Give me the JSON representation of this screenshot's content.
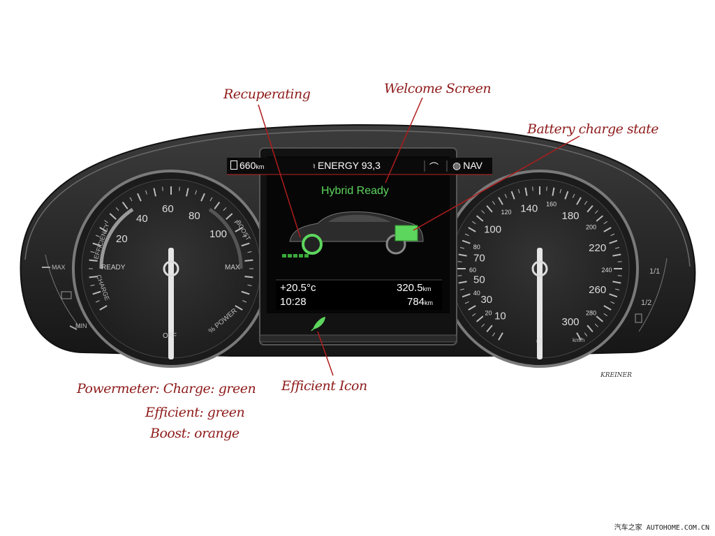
{
  "left_gauge": {
    "ticks": [
      "20",
      "40",
      "60",
      "80",
      "100"
    ],
    "labels": {
      "efficiency": "EFFICIENCY",
      "boost": "BOOST",
      "ready": "READY",
      "max": "MAX",
      "charge": "CHARGE",
      "off": "OFF",
      "power": "% POWER"
    }
  },
  "left_side_scale": {
    "max": "MAX",
    "min": "MIN"
  },
  "speedometer": {
    "major": [
      "10",
      "30",
      "50",
      "70",
      "100",
      "140",
      "180",
      "220",
      "260",
      "300"
    ],
    "minor": [
      "20",
      "40",
      "60",
      "80",
      "120",
      "160",
      "200",
      "240",
      "280"
    ],
    "zero": "0",
    "unit": "km/h"
  },
  "fuel_scale": {
    "full": "1/1",
    "half": "1/2"
  },
  "screen": {
    "range": "660",
    "range_unit": "km",
    "energy": "ENERGY 93,3",
    "nav": "NAV",
    "status": "Hybrid Ready",
    "temperature": "+20.5°c",
    "time": "10:28",
    "trip": "320.5",
    "odometer": "784",
    "distance_unit": "km"
  },
  "signature": "KREINER",
  "annotations": {
    "recuperating": "Recuperating",
    "welcome": "Welcome Screen",
    "battery": "Battery charge state",
    "efficient_icon": "Efficient Icon",
    "powermeter_1": "Powermeter: Charge: green",
    "powermeter_2": "Efficient: green",
    "powermeter_3": "Boost: orange"
  },
  "footer": "汽车之家 AUTOHOME.COM.CN",
  "colors": {
    "green": "#5dd65d",
    "annotation": "#8e1a1a",
    "needle": "#e6e6e6",
    "gauge_face": "#2a2a2a"
  }
}
